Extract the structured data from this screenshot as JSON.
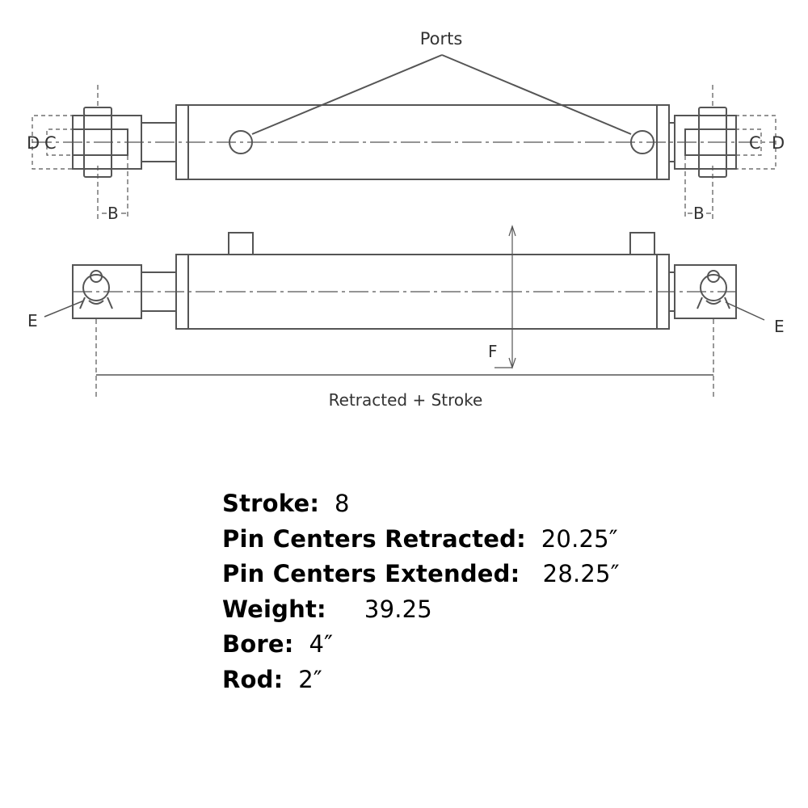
{
  "diagram": {
    "labels": {
      "ports": "Ports",
      "b": "B",
      "c": "C",
      "d": "D",
      "e": "E",
      "f": "F",
      "length": "Retracted + Stroke"
    },
    "line_color": "#555555",
    "text_color": "#333333"
  },
  "specs": [
    {
      "key": "Stroke:",
      "value": "8"
    },
    {
      "key": "Pin Centers Retracted:",
      "value": "20.25″"
    },
    {
      "key": "Pin Centers Extended:",
      "value": "28.25″"
    },
    {
      "key": "Weight:",
      "value": "39.25"
    },
    {
      "key": "Bore:",
      "value": "4″"
    },
    {
      "key": "Rod:",
      "value": "2″"
    }
  ]
}
